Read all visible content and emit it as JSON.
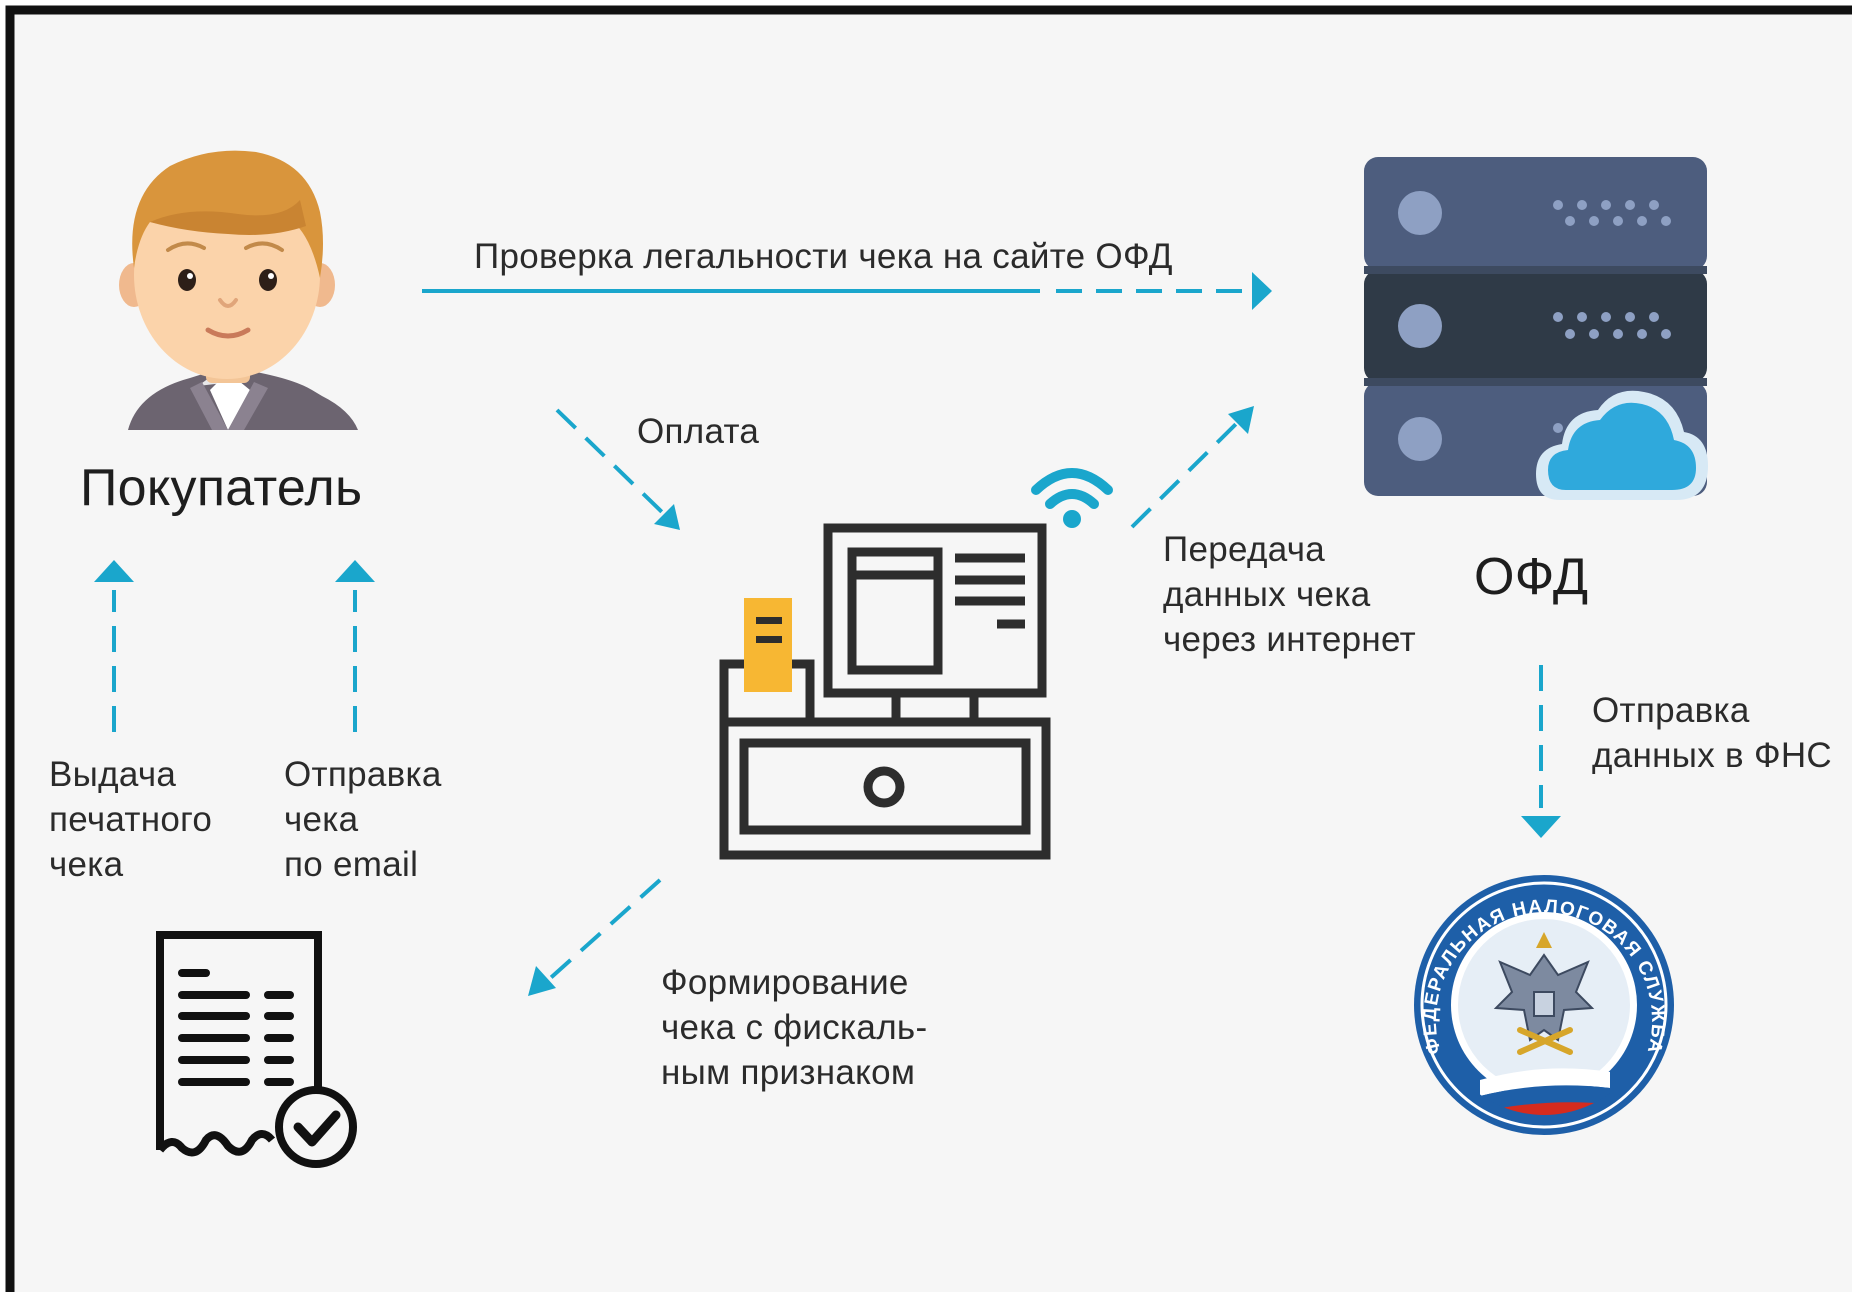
{
  "colors": {
    "background": "#f6f6f6",
    "border": "#111111",
    "arrow": "#1aa6cc",
    "server_light": "#4d5d7e",
    "server_dark": "#2f3a47",
    "cloud": "#2fa9dc",
    "accent_yellow": "#f7b733",
    "line_icon": "#2d2d2d"
  },
  "actors": {
    "buyer": {
      "label": "Покупатель",
      "icon": "person-avatar"
    },
    "ofd": {
      "label": "ОФД",
      "icon": "server-cloud"
    },
    "fns": {
      "icon": "fns-emblem",
      "emblem_text": "ФЕДЕРАЛЬНАЯ НАЛОГОВАЯ СЛУЖБА"
    },
    "cash_register": {
      "icon": "cash-register"
    },
    "receipt": {
      "icon": "receipt-check"
    }
  },
  "flows": {
    "verify": "Проверка легальности чека на сайте ОФД",
    "payment": "Оплата",
    "transfer": [
      "Передача",
      "данных чека",
      "через интернет"
    ],
    "to_fns": [
      "Отправка",
      "данных в ФНС"
    ],
    "printed": [
      "Выдача",
      "печатного",
      "чека"
    ],
    "email": [
      "Отправка",
      "чека",
      "по email"
    ],
    "forming": [
      "Формирование",
      "чека с фискаль-",
      "ным признаком"
    ]
  }
}
